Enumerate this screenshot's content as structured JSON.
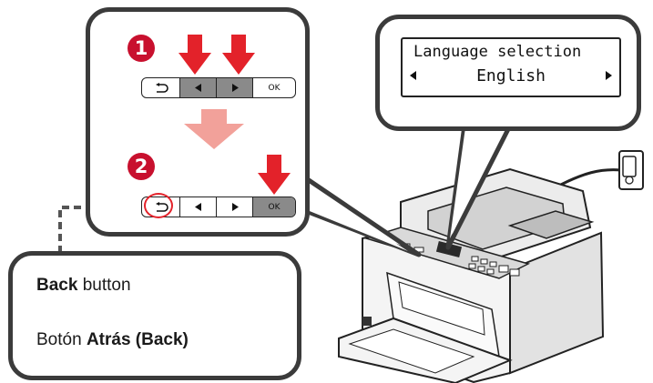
{
  "steps": [
    {
      "number": "1",
      "buttons": {
        "ok": "OK"
      }
    },
    {
      "number": "2",
      "buttons": {
        "ok": "OK"
      }
    }
  ],
  "lcd": {
    "title": "Language selection",
    "value": "English"
  },
  "callout": {
    "line1_bold": "Back",
    "line1_rest": " button",
    "line2_prefix": "Botón ",
    "line2_bold": "Atrás (Back)"
  },
  "colors": {
    "accent_red": "#e3222a",
    "badge_red": "#c8102e",
    "pink_arrow": "#f2a19a",
    "frame": "#3b3b3b",
    "highlight_button": "#8a8a8a",
    "dashed_line": "#555555"
  },
  "icons": [
    "back-arrow-icon",
    "left-triangle-icon",
    "right-triangle-icon",
    "red-down-arrow-icon",
    "printer-icon",
    "power-plug-icon"
  ]
}
